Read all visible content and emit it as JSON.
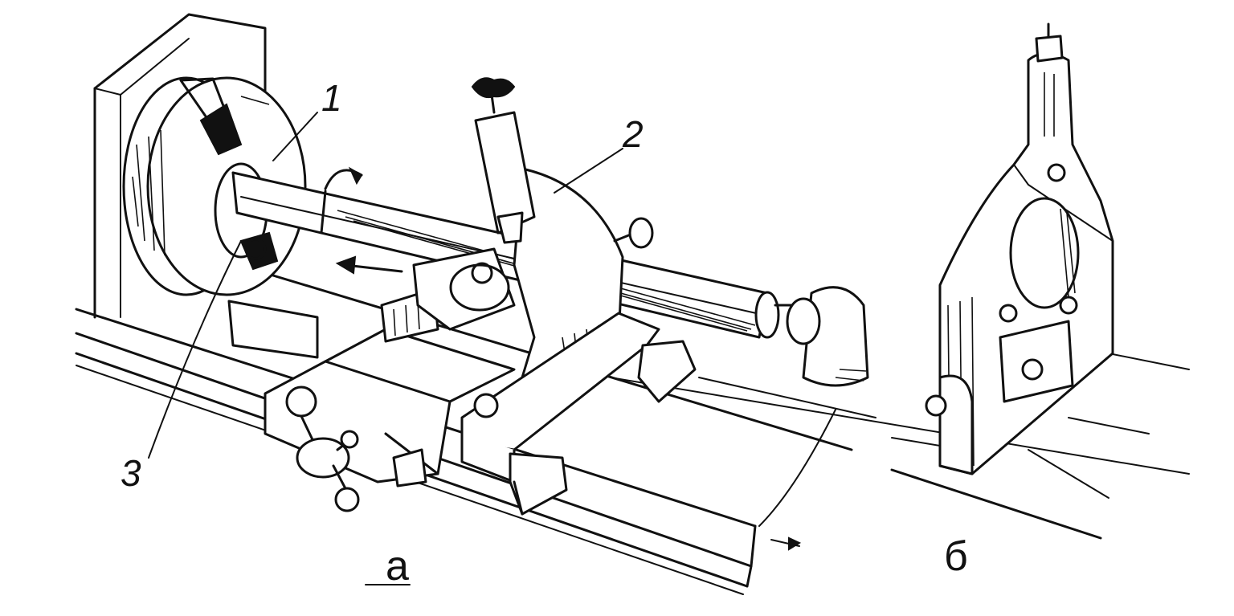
{
  "figure": {
    "callouts": {
      "item_1": "1",
      "item_2": "2",
      "item_3": "3"
    },
    "captions": {
      "view_a": "а",
      "view_b": "б"
    }
  }
}
